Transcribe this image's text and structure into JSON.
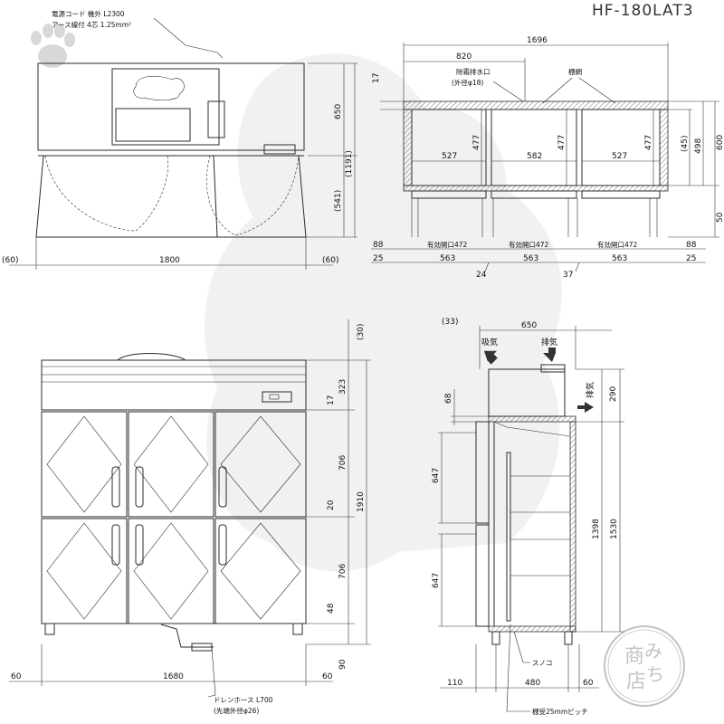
{
  "model": "HF-180LAT3",
  "front_view": {
    "power_cord_label": "電源コード 機外 L2300",
    "earth_wire_label": "アース線付 4芯 1.25mm²",
    "dim_height_650": "650",
    "dim_height_1191": "(1191)",
    "dim_height_541": "(541)",
    "dim_width_1800": "1800",
    "dim_left_60": "(60)",
    "dim_right_60": "(60)"
  },
  "top_view": {
    "dim_total_1696": "1696",
    "dim_820": "820",
    "drain_label": "除霜排水口",
    "drain_diameter_label": "(外径φ18)",
    "shelf_label": "棚網",
    "dim_17": "17",
    "dim_477_a": "477",
    "dim_477_b": "477",
    "dim_477_c": "477",
    "dim_527_a": "527",
    "dim_582": "582",
    "dim_527_b": "527",
    "dim_45": "(45)",
    "dim_498": "498",
    "dim_600": "600",
    "dim_50": "50",
    "dim_88_left": "88",
    "dim_88_right": "88",
    "opening_label_a": "有効開口472",
    "opening_label_b": "有効開口472",
    "opening_label_c": "有効開口472",
    "dim_25_left": "25",
    "dim_563_a": "563",
    "dim_563_b": "563",
    "dim_563_c": "563",
    "dim_25_right": "25",
    "dim_24": "24",
    "dim_37": "37"
  },
  "elevation_view": {
    "dim_30": "(30)",
    "dim_323": "323",
    "dim_17": "17",
    "dim_706_upper": "706",
    "dim_20": "20",
    "dim_1910": "1910",
    "dim_706_lower": "706",
    "dim_48": "48",
    "dim_90": "90",
    "dim_60_left": "60",
    "dim_1680": "1680",
    "dim_60_right": "60",
    "drain_hose_label": "ドレンホース L700",
    "drain_hose_tip_label": "(先端外径φ26)"
  },
  "side_view": {
    "dim_33": "(33)",
    "dim_650": "650",
    "intake_label": "吸気",
    "exhaust_top_label": "排気",
    "exhaust_side_label": "排気",
    "dim_290": "290",
    "dim_68": "68",
    "dim_647_upper": "647",
    "dim_1398": "1398",
    "dim_1530": "1530",
    "dim_647_lower": "647",
    "sunoko_label": "スノコ",
    "dim_110": "110",
    "dim_480": "480",
    "dim_60": "60",
    "shelf_pitch_label": "棚受25mmピッチ"
  },
  "stamp": {
    "text": "みち商店"
  }
}
